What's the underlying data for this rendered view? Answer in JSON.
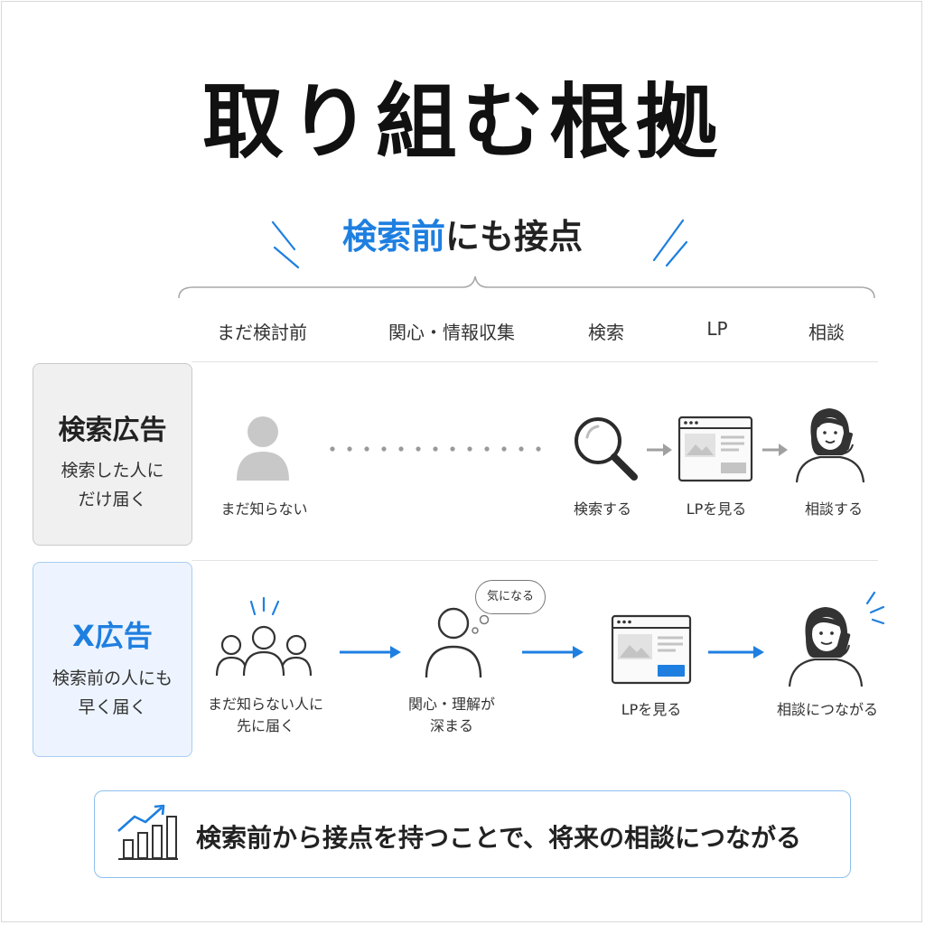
{
  "title": "取り組む根拠",
  "subtitle": {
    "accent": "検索前",
    "rest": "にも接点"
  },
  "stages": [
    "まだ検討前",
    "関心・情報収集",
    "検索",
    "LP",
    "相談"
  ],
  "rows": {
    "search_ads": {
      "title": "検索広告",
      "desc_line1": "検索した人に",
      "desc_line2": "だけ届く",
      "captions": {
        "unaware": "まだ知らない",
        "search": "検索する",
        "lp": "LPを見る",
        "consult": "相談する"
      }
    },
    "x_ads": {
      "title": "X広告",
      "desc_line1": "検索前の人にも",
      "desc_line2": "早く届く",
      "bubble": "気になる",
      "captions": {
        "reach_line1": "まだ知らない人に",
        "reach_line2": "先に届く",
        "interest_line1": "関心・理解が",
        "interest_line2": "深まる",
        "lp": "LPを見る",
        "consult": "相談につながる"
      }
    }
  },
  "bottom_message": "検索前から接点を持つことで、将来の相談につながる",
  "colors": {
    "accent": "#1e7fe0",
    "gray_icon": "#c8c8c8",
    "dark_icon": "#333333",
    "gray_box": "#f0f0f0",
    "blue_box": "#edf4ff"
  },
  "icons": [
    "person-silhouette-icon",
    "magnifier-icon",
    "browser-window-icon",
    "person-phone-icon",
    "group-icon",
    "thought-bubble-icon",
    "growth-chart-icon",
    "arrow-right-icon",
    "sparkle-lines-icon"
  ]
}
